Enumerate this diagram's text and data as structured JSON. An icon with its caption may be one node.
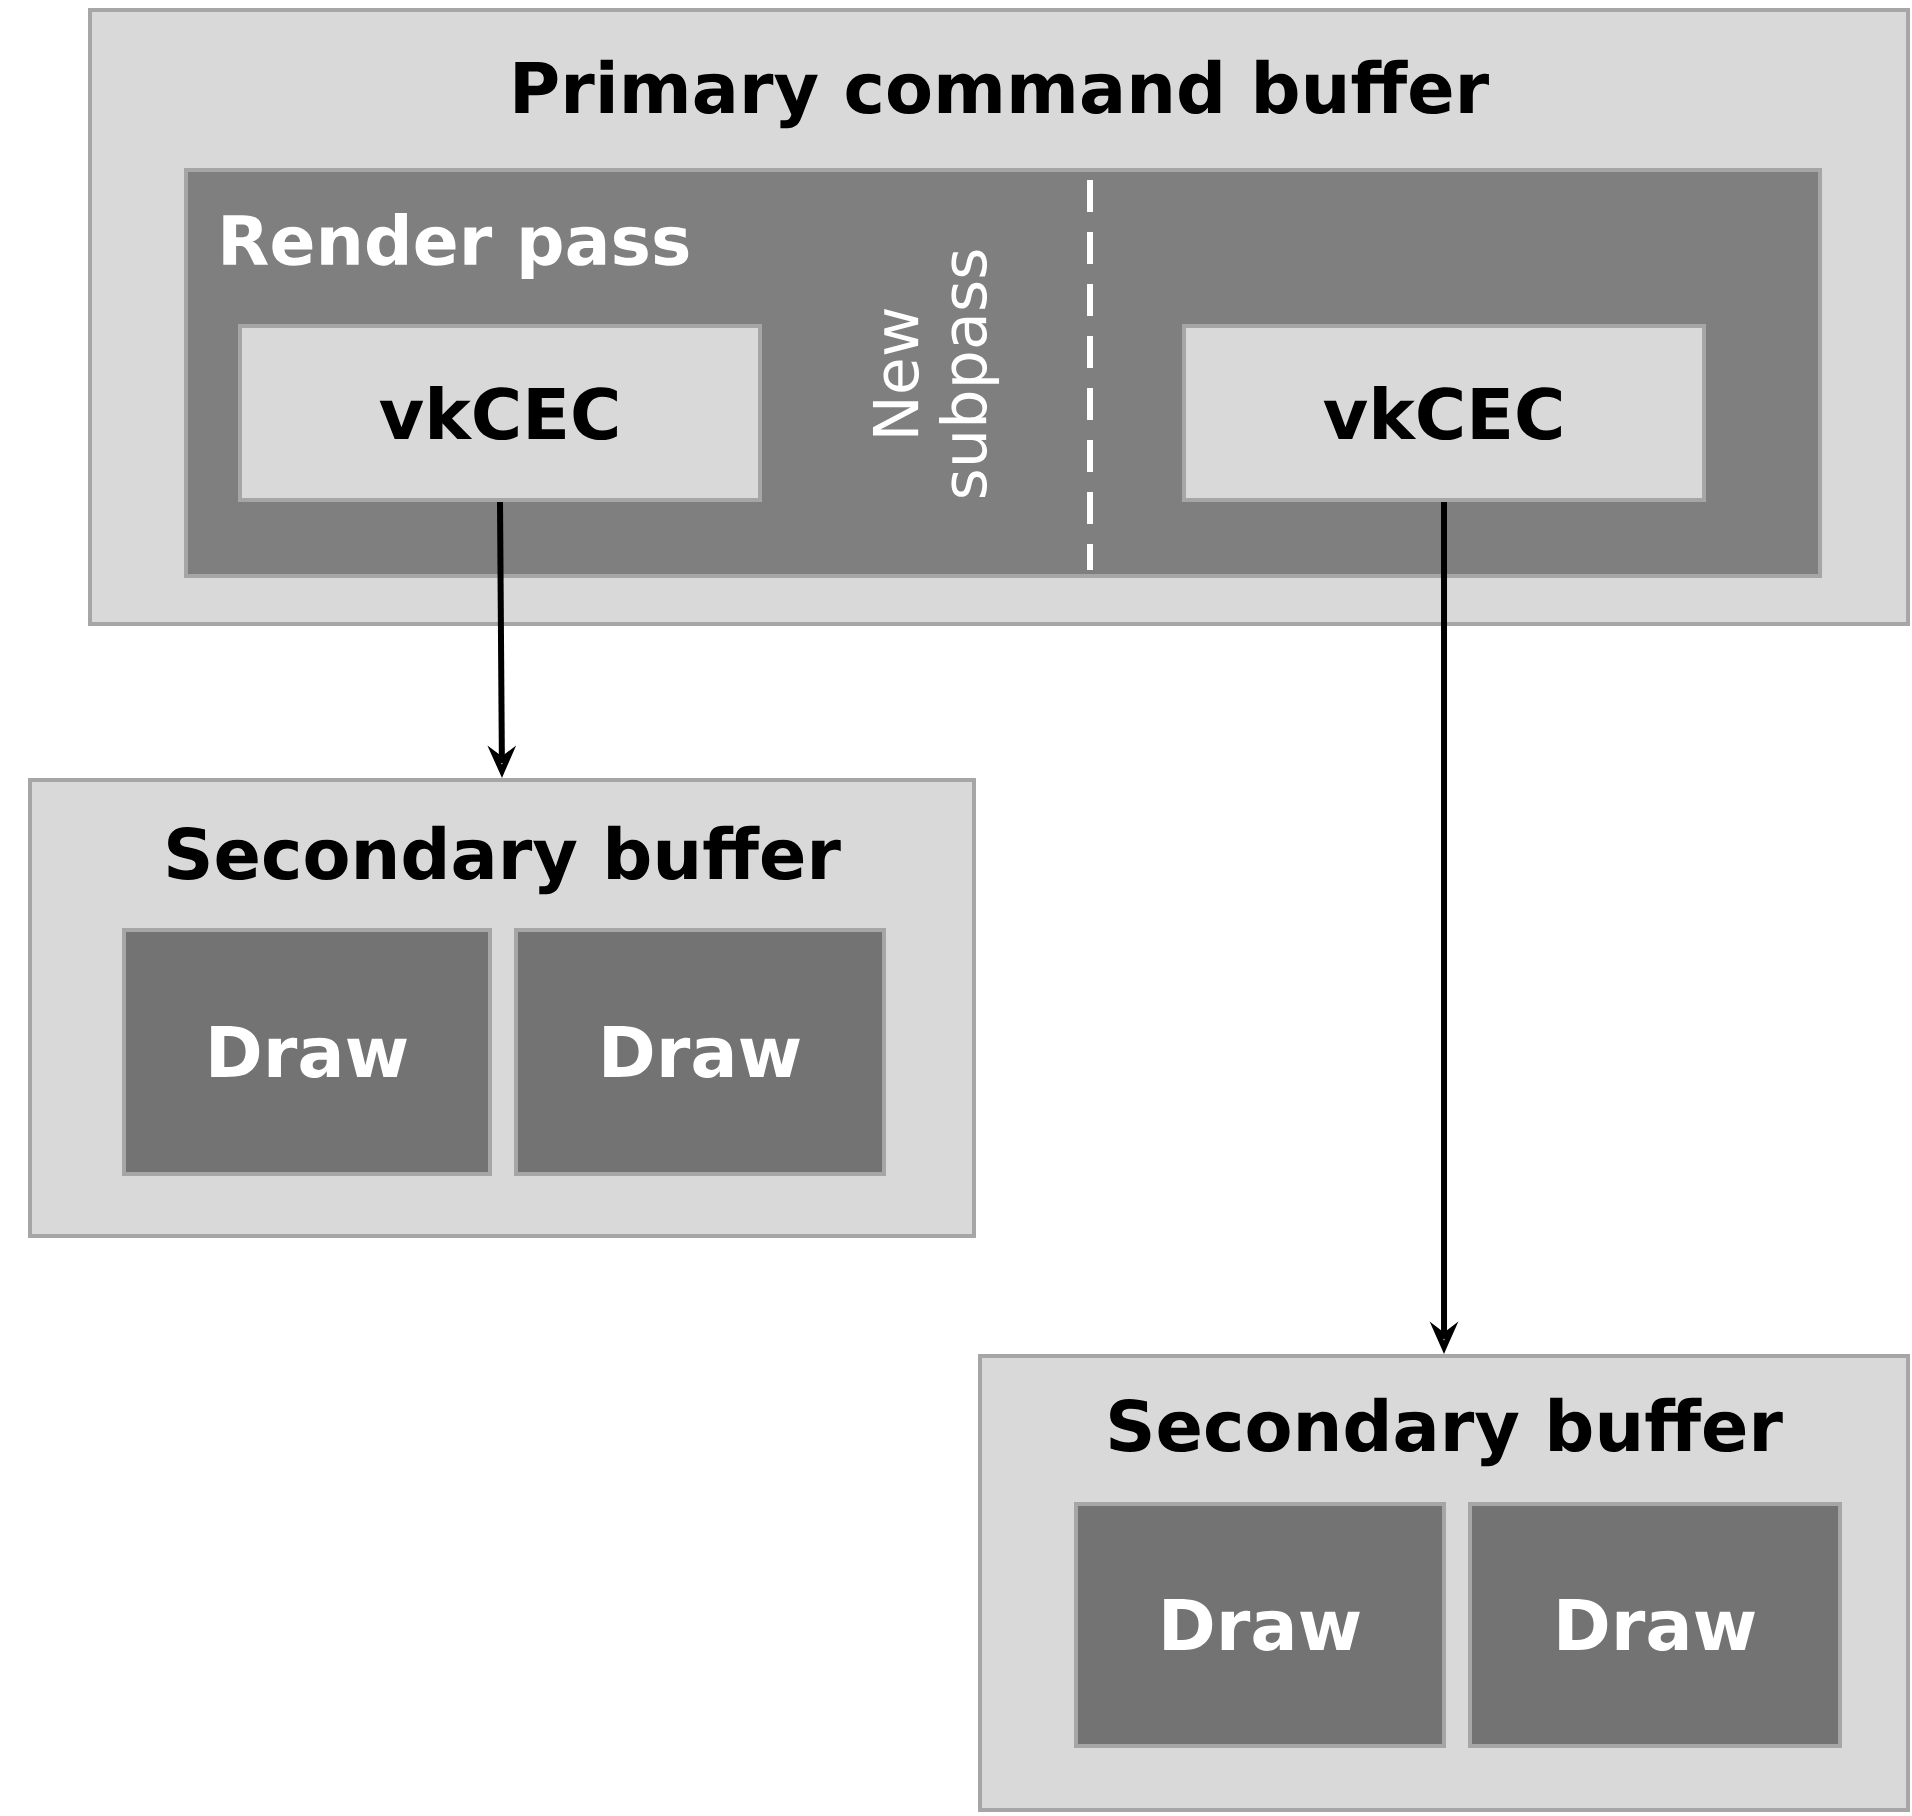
{
  "diagram": {
    "nodes": [
      {
        "text": [
          "Primary command buffer"
        ]
      },
      {
        "text": [
          "Render pass"
        ],
        "in": 0
      },
      {
        "text": [
          "vkCEC"
        ],
        "in": 1
      },
      {
        "text": [
          "vkCEC"
        ],
        "in": 1
      },
      {
        "text": [
          "Secondary buffer"
        ]
      },
      {
        "text": [
          "Draw"
        ],
        "in": 4
      },
      {
        "text": [
          "Draw"
        ],
        "in": 4
      },
      {
        "text": [
          "Secondary buffer"
        ]
      },
      {
        "text": [
          "Draw"
        ],
        "in": 7
      },
      {
        "text": [
          "Draw"
        ],
        "in": 7
      }
    ],
    "edges": [
      {
        "from": 2,
        "to": 4,
        "arrow": "to"
      },
      {
        "from": 3,
        "to": 7,
        "arrow": "to"
      }
    ],
    "labels": [
      "New subpass"
    ]
  }
}
